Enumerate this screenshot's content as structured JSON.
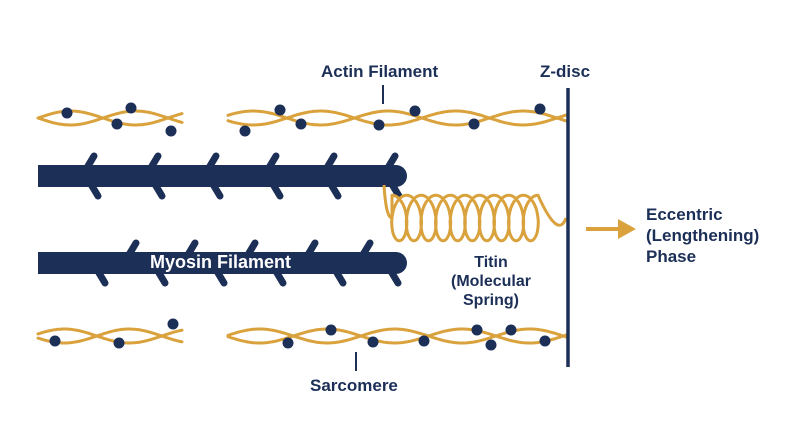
{
  "labels": {
    "actin": "Actin Filament",
    "zdisc": "Z-disc",
    "myosin": "Myosin Filament",
    "titin": [
      "Titin",
      "(Molecular",
      "Spring)"
    ],
    "sarcomere": "Sarcomere",
    "phase": [
      "Eccentric",
      "(Lengthening)",
      "Phase"
    ]
  },
  "colors": {
    "navy": "#1c2f57",
    "gold": "#d9a23c",
    "white": "#ffffff"
  },
  "icons": {
    "arrow": "arrow-right-icon"
  }
}
